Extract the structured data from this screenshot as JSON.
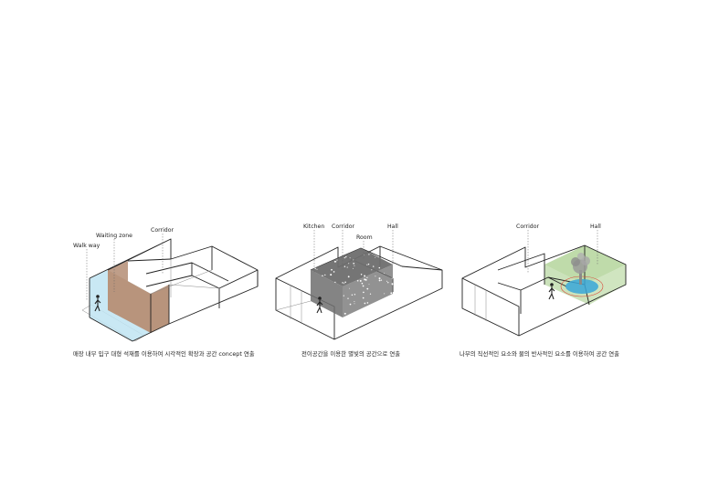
{
  "colors": {
    "glass": "#bfe4f2",
    "stone": "#b8947c",
    "dark_volume": "#6e6e6e",
    "garden": "#a9cf8d",
    "water": "#3aa7d8"
  },
  "diagrams": [
    {
      "labels": {
        "walk_way": "Walk way",
        "waiting_zone": "Waiting zone",
        "corridor": "Corridor"
      },
      "caption": "매장 내부 입구 대형 석재를 이용하여 시각적인 확장과 공간 concept 연출"
    },
    {
      "labels": {
        "kitchen": "Kitchen",
        "corridor": "Corridor",
        "room": "Room",
        "hall": "Hall"
      },
      "caption": "전이공간을 이용한 별빛의 공간으로 연출"
    },
    {
      "labels": {
        "corridor": "Corridor",
        "hall": "Hall"
      },
      "caption": "나무의 직선적인 요소와 물의 반사적인 요소를 이용하여 공간 연출"
    }
  ]
}
